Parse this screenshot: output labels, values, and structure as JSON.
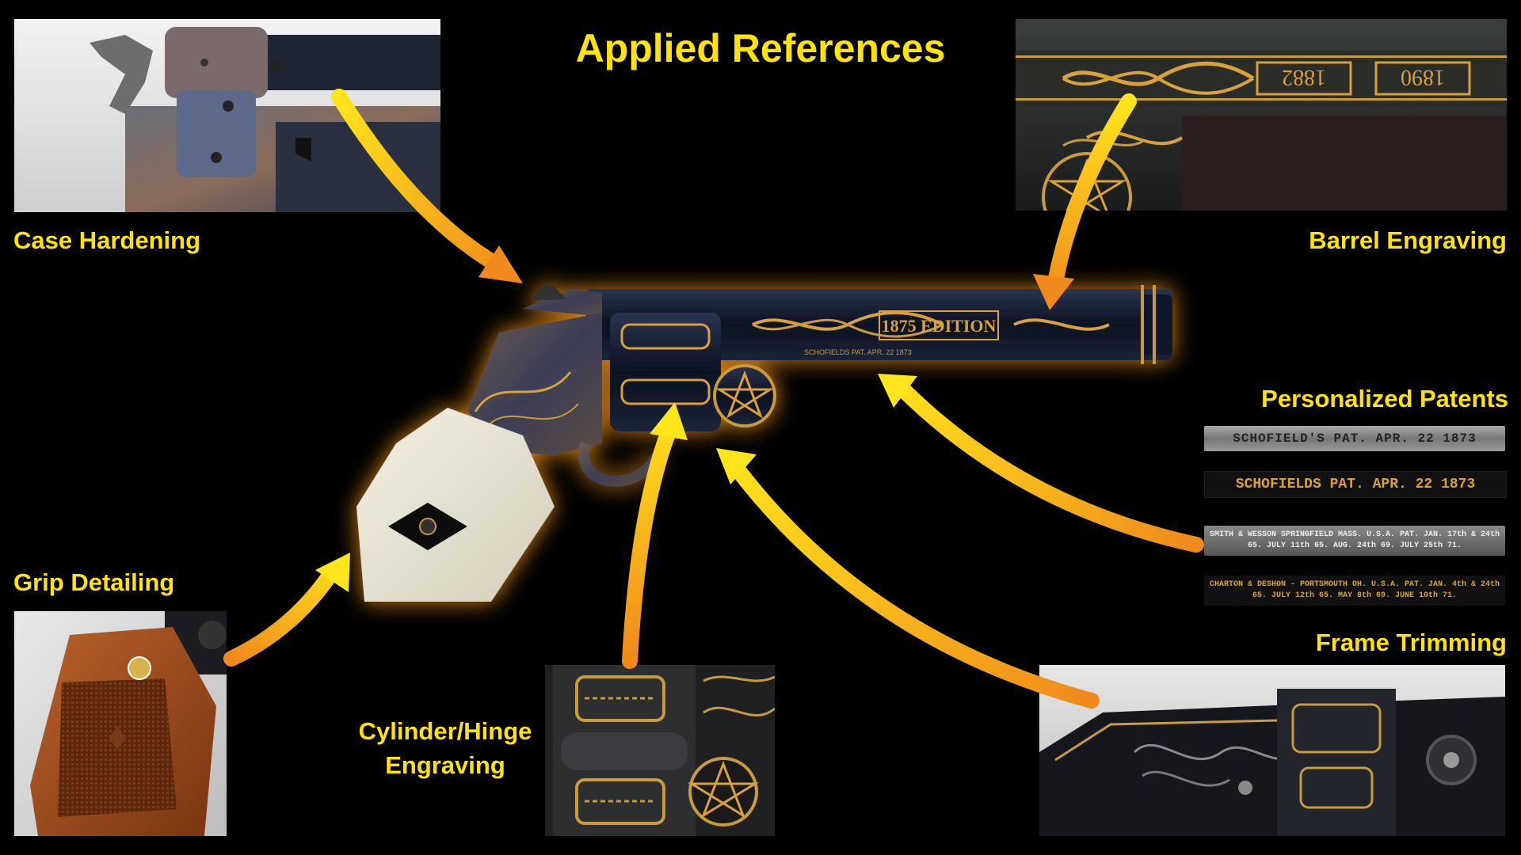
{
  "title": "Applied References",
  "labels": {
    "case_hardening": "Case Hardening",
    "barrel_engraving": "Barrel Engraving",
    "personalized_patents": "Personalized Patents",
    "grip_detailing": "Grip Detailing",
    "frame_trimming": "Frame Trimming",
    "cylinder_hinge_line1": "Cylinder/Hinge",
    "cylinder_hinge_line2": "Engraving"
  },
  "revolver": {
    "barrel_inscription": "1875 EDITION",
    "frame_patent": "SCHOFIELDS PAT. APR. 22 1873"
  },
  "barrel_photo": {
    "date_left": "1882",
    "date_right": "1890"
  },
  "patents": [
    "SCHOFIELD'S PAT. APR. 22 1873",
    "SCHOFIELDS PAT. APR. 22 1873",
    "SMITH & WESSON SPRINGFIELD MASS. U.S.A. PAT. JAN. 17th & 24th 65. JULY 11th 65. AUG. 24th 69. JULY 25th 71.",
    "CHARTON & DESHON - PORTSMOUTH OH. U.S.A. PAT. JAN. 4th & 24th 65. JULY 12th 65. MAY 8th 69. JUNE 10th 71."
  ],
  "colors": {
    "background": "#000000",
    "label": "#ffe30a",
    "arrow_start": "#ffe51c",
    "arrow_end": "#f08a1c",
    "gold": "#d9a13a",
    "glow": "#ff9a1a",
    "ivory": "#e7e3d2"
  }
}
